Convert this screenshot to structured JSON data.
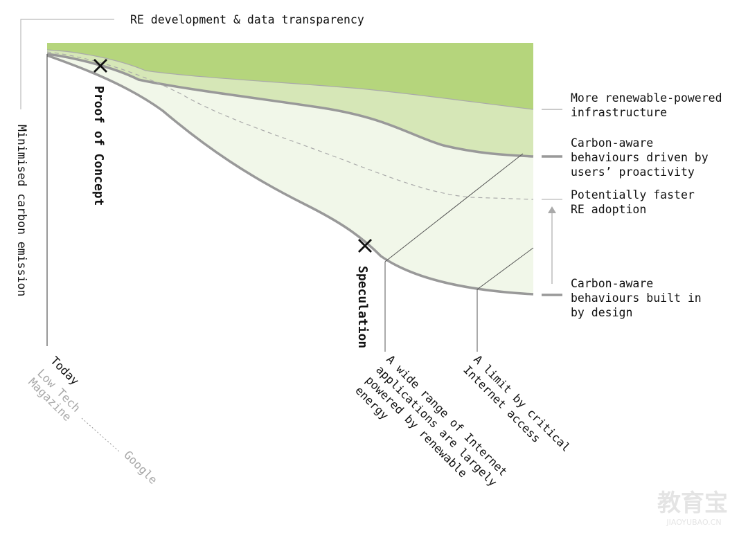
{
  "axes": {
    "top_label": "RE development & data transparency",
    "left_label": "Minimised carbon emission"
  },
  "milestones": {
    "proof_of_concept": "Proof of Concept",
    "speculation": "Speculation"
  },
  "legend": {
    "infrastructure": [
      "More renewable-powered",
      "infrastructure"
    ],
    "proactivity": [
      "Carbon-aware",
      "behaviours driven by",
      "users’ proactivity"
    ],
    "faster_adoption": [
      "Potentially faster",
      "RE adoption"
    ],
    "by_design": [
      "Carbon-aware",
      "behaviours built in",
      "by design"
    ]
  },
  "timeline": {
    "today": "Today",
    "low_tech": [
      "Low Tech",
      "Magazine"
    ],
    "google": "Google",
    "wide_range": [
      "A wide range of Internet",
      "applications are largely",
      "powered by renewable",
      "energy"
    ],
    "limit": [
      "A limit by critical",
      "Internet access"
    ]
  },
  "watermark": {
    "chars": "教育宝",
    "url": "JIAOYUBAO.CN"
  },
  "colors": {
    "band_infrastructure": "#b5d57c",
    "band_proactivity": "#d6e7b7",
    "band_design": "#f1f7e9",
    "curve": "#999999",
    "text": "#111111",
    "muted": "#a8a8a8"
  }
}
